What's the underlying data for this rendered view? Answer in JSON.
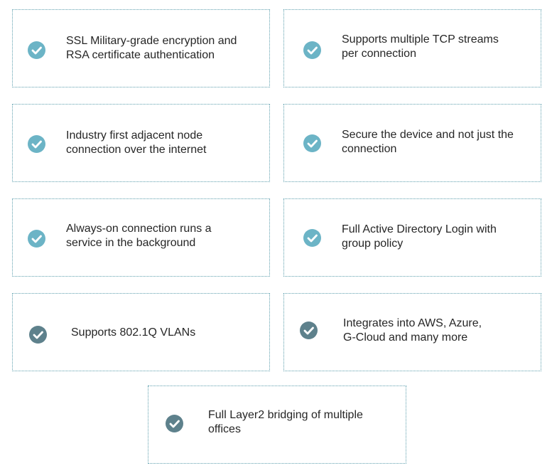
{
  "check_colors": {
    "teal": "#6cb4c6",
    "slate": "#5e818c"
  },
  "features": [
    {
      "text": "SSL Military-grade encryption and\nRSA certificate authentication",
      "icon": "check-circle-icon",
      "icon_color": "teal"
    },
    {
      "text": "Supports multiple TCP streams\nper connection",
      "icon": "check-circle-icon",
      "icon_color": "teal"
    },
    {
      "text": "Industry first adjacent node\nconnection over the internet",
      "icon": "check-circle-icon",
      "icon_color": "teal"
    },
    {
      "text": "Secure the device and not just the\nconnection",
      "icon": "check-circle-icon",
      "icon_color": "teal"
    },
    {
      "text": "Always-on connection runs a\nservice in the background",
      "icon": "check-circle-icon",
      "icon_color": "teal"
    },
    {
      "text": "Full Active Directory Login with\ngroup policy",
      "icon": "check-circle-icon",
      "icon_color": "teal"
    },
    {
      "text": "Supports 802.1Q VLANs",
      "icon": "check-circle-icon",
      "icon_color": "slate"
    },
    {
      "text": "Integrates into AWS, Azure,\nG-Cloud and many more",
      "icon": "check-circle-icon",
      "icon_color": "slate"
    },
    {
      "text": "Full Layer2 bridging of multiple\noffices",
      "icon": "check-circle-icon",
      "icon_color": "slate"
    }
  ]
}
